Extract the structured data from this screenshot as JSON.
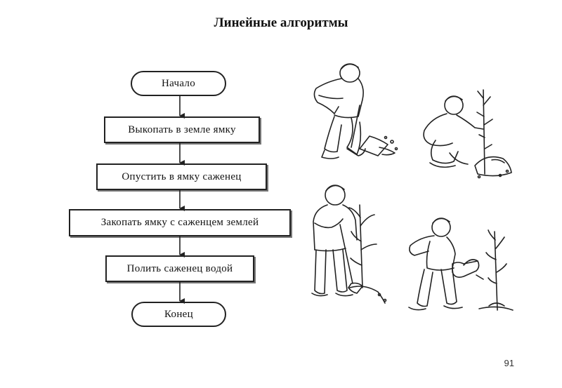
{
  "title": "Линейные алгоритмы",
  "page_number": "91",
  "flowchart": {
    "start": "Начало",
    "steps": [
      "Выкопать в земле ямку",
      "Опустить в ямку саженец",
      "Закопать ямку с саженцем землей",
      "Полить саженец водой"
    ],
    "end": "Конец"
  },
  "illustrations": [
    {
      "name": "digging-hole-illustration"
    },
    {
      "name": "placing-seedling-illustration"
    },
    {
      "name": "burying-seedling-illustration"
    },
    {
      "name": "watering-seedling-illustration"
    }
  ]
}
